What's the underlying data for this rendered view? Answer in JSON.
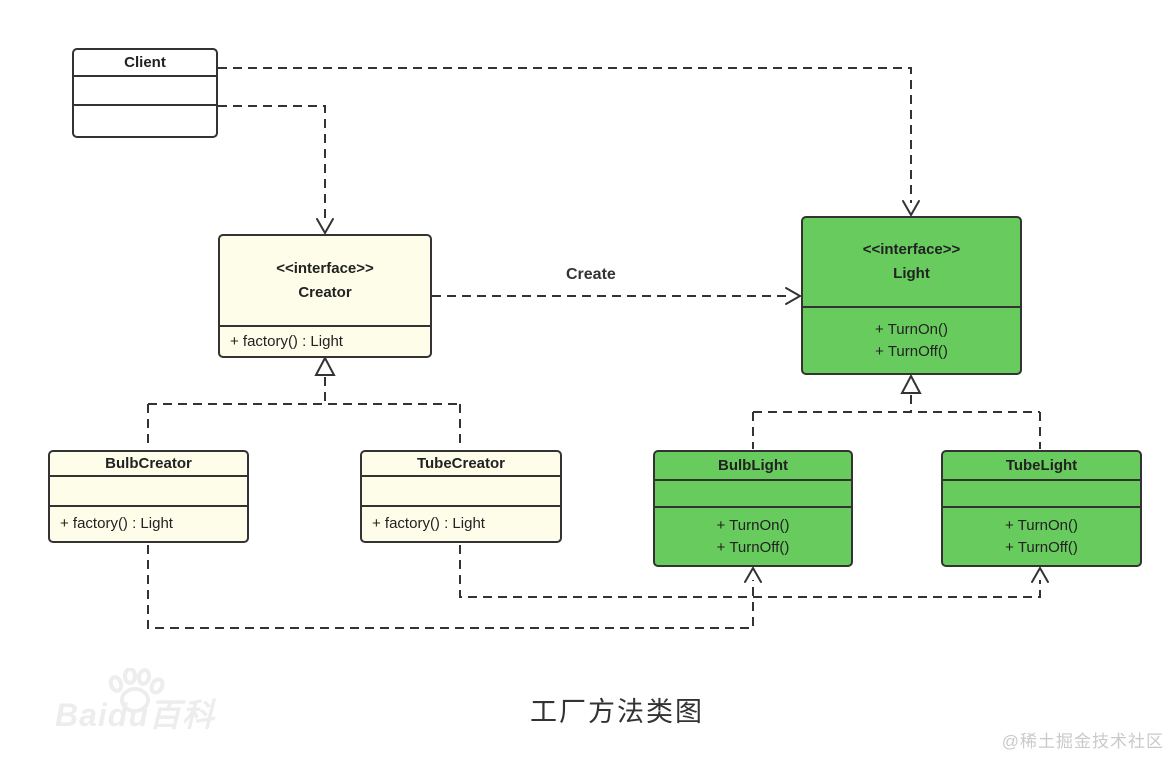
{
  "diagram": {
    "title": "工厂方法类图",
    "create_label": "Create"
  },
  "classes": {
    "client": {
      "name": "Client"
    },
    "creator": {
      "stereotype": "<<interface>>",
      "name": "Creator",
      "method1": "+ factory() : Light"
    },
    "light": {
      "stereotype": "<<interface>>",
      "name": "Light",
      "method1": "+ TurnOn()",
      "method2": "+ TurnOff()"
    },
    "bulb_creator": {
      "name": "BulbCreator",
      "method1": "+ factory() : Light"
    },
    "tube_creator": {
      "name": "TubeCreator",
      "method1": "+ factory() : Light"
    },
    "bulb_light": {
      "name": "BulbLight",
      "method1": "+ TurnOn()",
      "method2": "+ TurnOff()"
    },
    "tube_light": {
      "name": "TubeLight",
      "method1": "+ TurnOn()",
      "method2": "+ TurnOff()"
    }
  },
  "watermarks": {
    "bottom_left": "Baidu百科",
    "bottom_right": "@稀土掘金技术社区"
  },
  "colors": {
    "interface_fill": "#fdfdea",
    "light_fill": "#68cb5e",
    "line": "#333333"
  }
}
